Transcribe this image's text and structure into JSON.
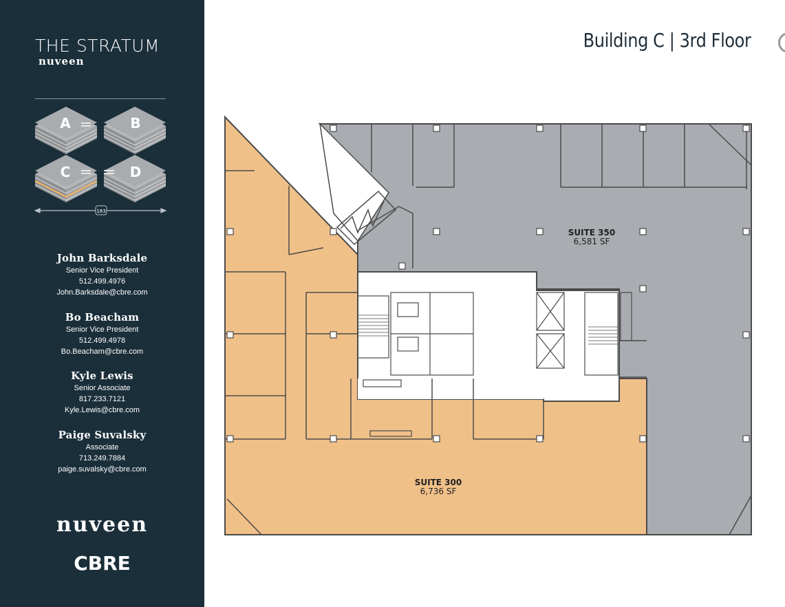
{
  "header": {
    "title": "Building C | 3rd Floor"
  },
  "brand": {
    "title": "THE STRATUM",
    "subtitle": "nuveen"
  },
  "keymap": {
    "buildings": [
      "A",
      "B",
      "C",
      "D"
    ],
    "highlighted": "C",
    "road_label": "183"
  },
  "contacts": [
    {
      "name": "John Barksdale",
      "title": "Senior Vice President",
      "phone": "512.499.4976",
      "email": "John.Barksdale@cbre.com"
    },
    {
      "name": "Bo Beacham",
      "title": "Senior Vice President",
      "phone": "512.499.4978",
      "email": "Bo.Beacham@cbre.com"
    },
    {
      "name": "Kyle Lewis",
      "title": "Senior Associate",
      "phone": "817.233.7121",
      "email": "Kyle.Lewis@cbre.com"
    },
    {
      "name": "Paige Suvalsky",
      "title": "Associate",
      "phone": "713.249.7884",
      "email": "paige.suvalsky@cbre.com"
    }
  ],
  "logos": {
    "nuveen": "nuveen",
    "cbre": "CBRE"
  },
  "suites": [
    {
      "name": "SUITE 350",
      "area": "6,581 SF",
      "color": "#a9acb0"
    },
    {
      "name": "SUITE 300",
      "area": "6,736 SF",
      "color": "#f0c089"
    }
  ],
  "colors": {
    "sidebar": "#1b2f3a",
    "core": "#ffffff",
    "walls": "#4a4a4a"
  }
}
